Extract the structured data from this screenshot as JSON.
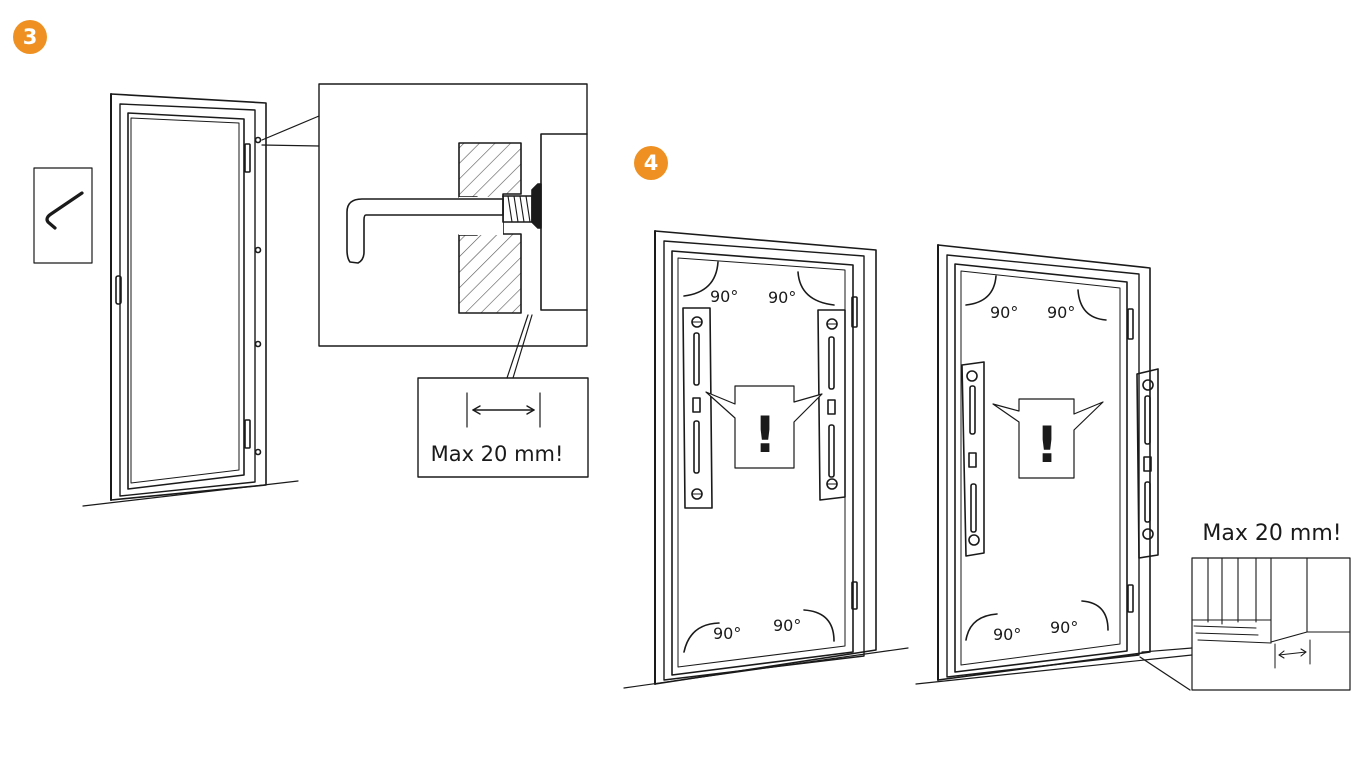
{
  "steps": [
    {
      "number": "3"
    },
    {
      "number": "4"
    }
  ],
  "callouts": {
    "max_depth_step3": "Max 20 mm!",
    "max_depth_step4": "Max 20 mm!"
  },
  "angle_label": "90°",
  "warning_mark": "!",
  "colors": {
    "accent": "#EE9122",
    "line": "#1a1a1a",
    "hatch": "#555555",
    "background": "#ffffff"
  },
  "icons": [
    "allen-key-icon",
    "screw-icon",
    "spirit-level-icon",
    "warning-icon",
    "hinge-icon"
  ]
}
